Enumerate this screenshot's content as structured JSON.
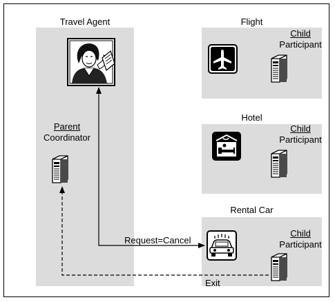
{
  "travel_agent": {
    "title": "Travel Agent",
    "role_underlined": "Parent",
    "role": "Coordinator",
    "icons": [
      "agent-portrait-icon",
      "server-icon"
    ]
  },
  "flight": {
    "title": "Flight",
    "role_underlined": "Child",
    "role": "Participant",
    "icons": [
      "airplane-icon",
      "server-icon"
    ]
  },
  "hotel": {
    "title": "Hotel",
    "role_underlined": "Child",
    "role": "Participant",
    "icons": [
      "hotel-bed-icon",
      "server-icon"
    ]
  },
  "rental_car": {
    "title": "Rental Car",
    "role_underlined": "Child",
    "role": "Participant",
    "icons": [
      "car-icon",
      "server-icon"
    ]
  },
  "messages": {
    "request": "Request=Cancel",
    "exit": "Exit"
  },
  "colors": {
    "panel": "#dcdcdc",
    "line": "#000000"
  }
}
